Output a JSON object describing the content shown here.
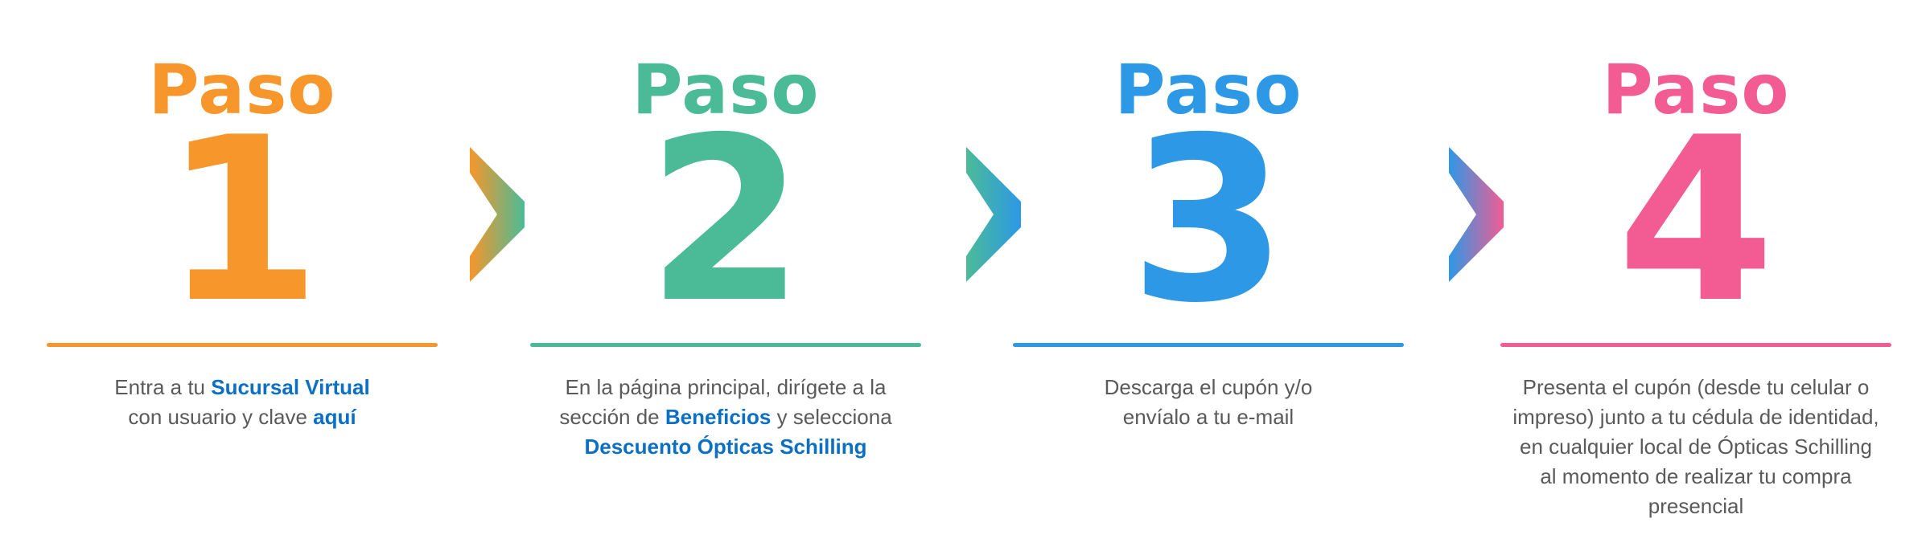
{
  "colors": {
    "step1": "#f7962a",
    "step2": "#4bbb97",
    "step3": "#2d98e6",
    "step4": "#f25c93",
    "text": "#5a5a5a",
    "highlight": "#0b6fc4"
  },
  "steps": [
    {
      "label": "Paso",
      "number": "1",
      "lines": [
        {
          "a": "Entra a tu ",
          "b": "Sucursal Virtual",
          "c": ""
        },
        {
          "a": "con usuario y clave ",
          "b": "aquí",
          "c": ""
        }
      ]
    },
    {
      "label": "Paso",
      "number": "2",
      "lines": [
        {
          "a": "En la página principal, dirígete a la",
          "b": "",
          "c": ""
        },
        {
          "a": "sección de ",
          "b": "Beneficios",
          "c": " y selecciona"
        },
        {
          "a": "",
          "b": "Descuento Ópticas Schilling",
          "c": ""
        }
      ]
    },
    {
      "label": "Paso",
      "number": "3",
      "lines": [
        {
          "a": "Descarga el cupón y/o",
          "b": "",
          "c": ""
        },
        {
          "a": "envíalo a tu e-mail",
          "b": "",
          "c": ""
        }
      ]
    },
    {
      "label": "Paso",
      "number": "4",
      "lines": [
        {
          "a": "Presenta el cupón (desde tu celular o",
          "b": "",
          "c": ""
        },
        {
          "a": "impreso) junto a tu cédula de identidad,",
          "b": "",
          "c": ""
        },
        {
          "a": "en cualquier local de Ópticas Schilling",
          "b": "",
          "c": ""
        },
        {
          "a": "al momento de realizar tu compra",
          "b": "",
          "c": ""
        },
        {
          "a": "presencial",
          "b": "",
          "c": ""
        }
      ]
    }
  ],
  "arrows": [
    {
      "icon": "chevron-right-icon",
      "from": "#f7962a",
      "to": "#4bbb97"
    },
    {
      "icon": "chevron-right-icon",
      "from": "#4bbb97",
      "to": "#2d98e6"
    },
    {
      "icon": "chevron-right-icon",
      "from": "#2d98e6",
      "to": "#f25c93"
    }
  ]
}
